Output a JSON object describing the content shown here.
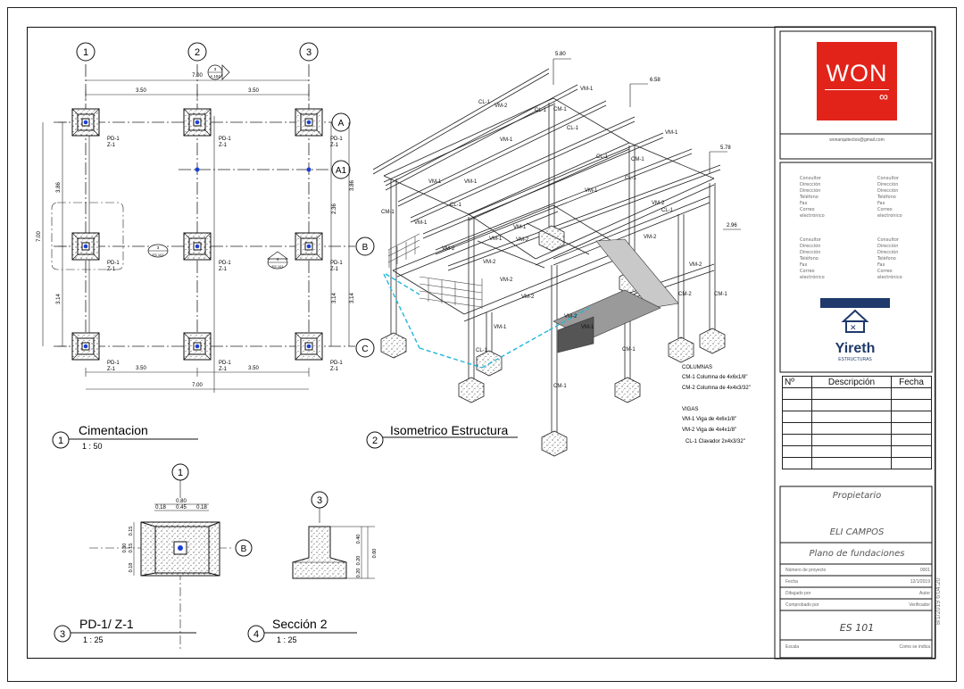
{
  "views": {
    "foundation": {
      "num": "1",
      "title": "Cimentacion",
      "scale": "1 : 50"
    },
    "isometric": {
      "num": "2",
      "title": "Isometrico Estructura"
    },
    "detail": {
      "num": "3",
      "title": "PD-1/ Z-1",
      "scale": "1 : 25"
    },
    "section": {
      "num": "4",
      "title": "Sección 2",
      "scale": "1 : 25"
    }
  },
  "grid": {
    "cols": [
      "1",
      "2",
      "3"
    ],
    "rows": [
      "A",
      "A1",
      "B",
      "C"
    ],
    "top_dims": [
      "3.50",
      "3.50"
    ],
    "top_total": "7.00",
    "bottom_dims": [
      "3.50",
      "3.50"
    ],
    "bottom_total": "7.00",
    "left_dims": [
      "3.86",
      "3.14"
    ],
    "left_total": "7.00",
    "right_dims": [
      "3.86",
      "2.36",
      "3.14",
      "3.14"
    ]
  },
  "footing_label": [
    "PD-1",
    "Z-1"
  ],
  "section_marks": [
    {
      "num": "3",
      "sheet": "A 104"
    },
    {
      "num": "3",
      "sheet": "ES 101"
    },
    {
      "num": "4",
      "sheet": "ES 101"
    }
  ],
  "isometric_labels": {
    "elevations": [
      "5.80",
      "6.58",
      "5.78",
      "2.96"
    ],
    "members": [
      "CL-1",
      "VM-1",
      "VM-2",
      "CM-1",
      "CM-2"
    ]
  },
  "legend": {
    "columns_title": "COLUMNAS",
    "columns": [
      "CM-1 Columna de 4x6x1/8\"",
      "CM-2 Columna de 4x4x3/32\""
    ],
    "beams_title": "VIGAS",
    "beams": [
      "VM-1 Viga de 4x6x1/8\"",
      "VM-2 Viga de 4x4x1/8\"",
      "CL-1 Clavador 2x4x3/32\""
    ]
  },
  "detail_dims": {
    "top": "0.80",
    "parts": [
      "0.18",
      "0.45",
      "0.18"
    ],
    "side": [
      "0.15",
      "0.30",
      "0.15",
      "0.18"
    ],
    "section_dims": [
      "0.40",
      "0.20",
      "0.20",
      "0.60"
    ]
  },
  "title_block": {
    "logo_text": "WON",
    "logo_symbol": "∞",
    "email": "wonarquitectos@gmail.com",
    "contact_lines": [
      "Consultor",
      "Dirección",
      "Dirección",
      "Teléfono",
      "Fax",
      "Correo",
      "electrónico"
    ],
    "partner_logo": "Yireth",
    "partner_sub": "ESTRUCTURAS",
    "rev_headers": [
      "Nº",
      "Descripción",
      "Fecha"
    ],
    "owner_label": "Propietario",
    "owner": "ELI CAMPOS",
    "plan_name": "Plano de fundaciones",
    "info": [
      {
        "label": "Número de proyecto",
        "value": "0001"
      },
      {
        "label": "Fecha",
        "value": "12/1/2019"
      },
      {
        "label": "Dibujado por",
        "value": "Autor"
      },
      {
        "label": "Comprobado por",
        "value": "Verificador"
      }
    ],
    "sheet_number": "ES 101",
    "scale_label": "Escala",
    "scale_value": "Como se indica",
    "print_date": "8/1/2019 6:04:20"
  },
  "colors": {
    "brand_red": "#e2231a",
    "partner_navy": "#1f3a6b",
    "cyan_dash": "#21b6d9",
    "pad_blue": "#1b3fd6"
  }
}
